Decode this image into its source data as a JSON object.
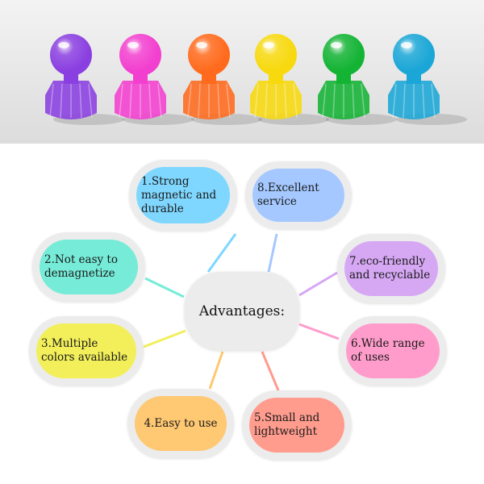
{
  "center": {
    "label": "Advantages:"
  },
  "advantages": [
    {
      "text": "1.Strong magnetic and durable",
      "color": "#7fd7ff"
    },
    {
      "text": "2.Not easy to demagnetize",
      "color": "#76ecd8"
    },
    {
      "text": "3.Multiple colors available",
      "color": "#f2ef5a"
    },
    {
      "text": "4.Easy to use",
      "color": "#ffc872"
    },
    {
      "text": "5.Small and lightweight",
      "color": "#ff9c8e"
    },
    {
      "text": "6.Wide range of uses",
      "color": "#ff9ccb"
    },
    {
      "text": "7.eco-friendly and recyclable",
      "color": "#d6a8f4"
    },
    {
      "text": "8.Excellent service",
      "color": "#a4c8ff"
    }
  ],
  "pins": [
    {
      "name": "purple-push-pin",
      "color": "#8a3fe0"
    },
    {
      "name": "pink-push-pin",
      "color": "#f23fcf"
    },
    {
      "name": "orange-push-pin",
      "color": "#ff6a1c"
    },
    {
      "name": "yellow-push-pin",
      "color": "#f7d90e"
    },
    {
      "name": "green-push-pin",
      "color": "#13b334"
    },
    {
      "name": "blue-push-pin",
      "color": "#1aa6d6"
    }
  ]
}
